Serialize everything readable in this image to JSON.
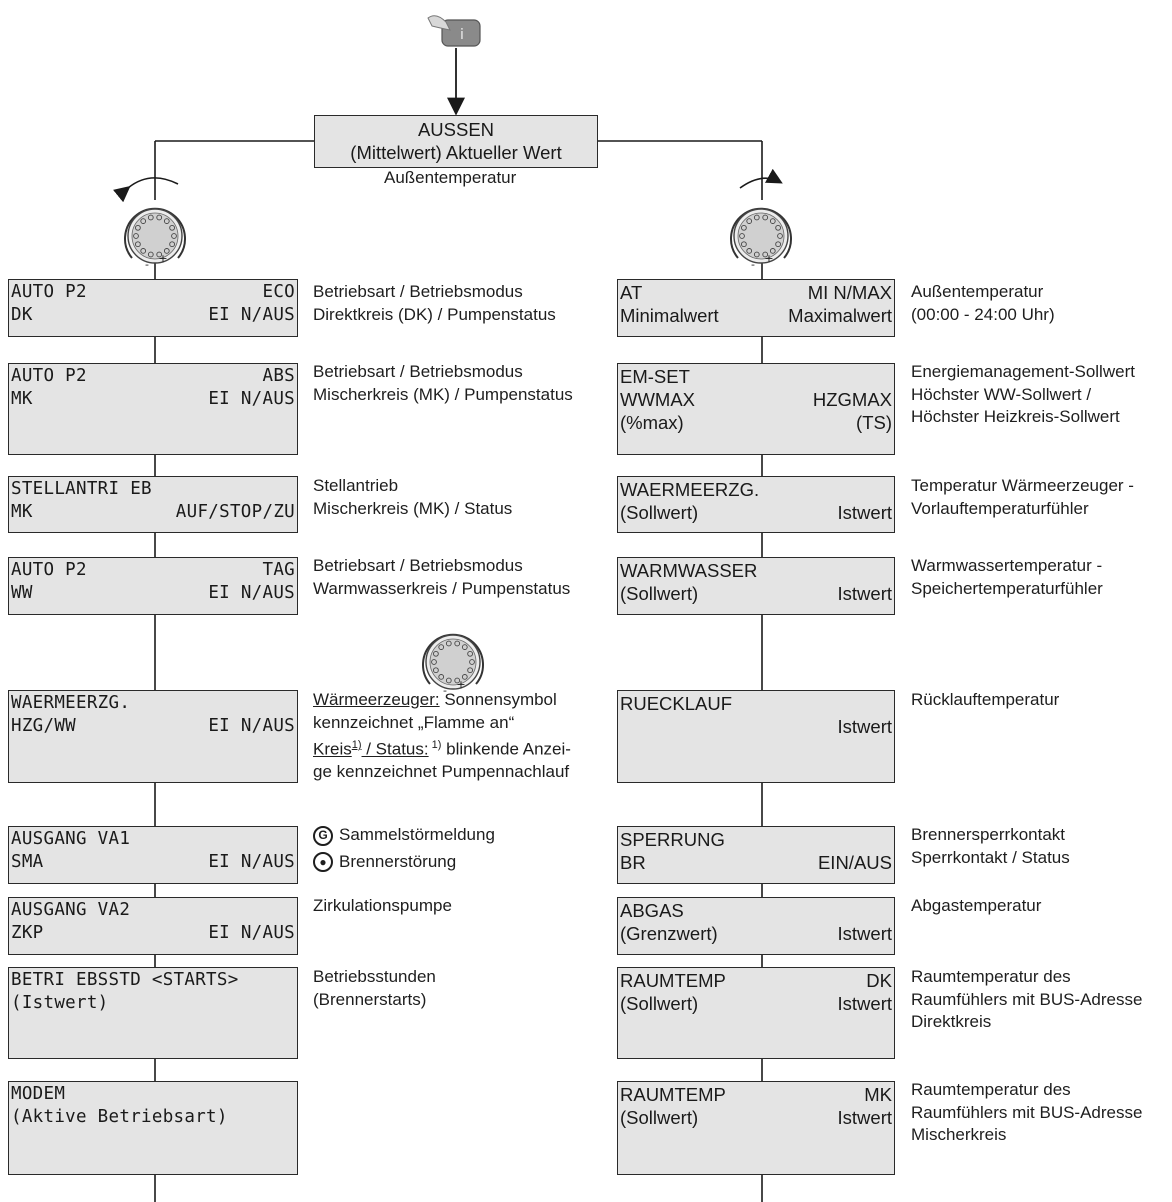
{
  "header": {
    "title": "AUSSEN",
    "line2": "(Mittelwert) Aktueller Wert",
    "caption": "Außentemperatur",
    "key_label": "i"
  },
  "knobs": {
    "minus": "-",
    "plus": "+"
  },
  "left_column": [
    {
      "r1_left": "AUTO P2",
      "r1_right": "ECO",
      "r2_left": "DK",
      "r2_right": "EI N/AUS",
      "desc": [
        "Betriebsart / Betriebsmodus",
        "Direktkreis (DK) / Pumpenstatus"
      ]
    },
    {
      "r1_left": "AUTO P2",
      "r1_right": "ABS",
      "r2_left": "MK",
      "r2_right": "EI N/AUS",
      "desc": [
        "Betriebsart / Betriebsmodus",
        "Mischerkreis (MK) / Pumpenstatus"
      ]
    },
    {
      "r1_left": "STELLANTRI EB",
      "r1_right": "",
      "r2_left": "MK",
      "r2_right": "AUF/STOP/ZU",
      "desc": [
        "Stellantrieb",
        "Mischerkreis (MK) / Status"
      ]
    },
    {
      "r1_left": "AUTO P2",
      "r1_right": "TAG",
      "r2_left": "WW",
      "r2_right": "EI N/AUS",
      "desc": [
        "Betriebsart / Betriebsmodus",
        "Warmwasserkreis / Pumpenstatus"
      ]
    },
    {
      "r1_left": "WAERMEERZG.",
      "r1_right": "",
      "r2_left": "HZG/WW",
      "r2_right": "EI N/AUS",
      "desc_rich": {
        "l1_u": "Wärmeerzeuger:",
        "l1_rest": " Sonnensymbol",
        "l2": "kennzeichnet „Flamme an“",
        "l3_u": "Kreis",
        "l3_sup": "1)",
        "l3_u2": " / Status:",
        "l3_sup2": " 1)",
        "l3_rest": " blinkende Anzei-",
        "l4": "ge kennzeichnet Pumpennachlauf"
      }
    },
    {
      "r1_left": "AUSGANG VA1",
      "r1_right": "",
      "r2_left": "SMA",
      "r2_right": "EI N/AUS",
      "legend": [
        {
          "symbol": "G",
          "icon": "g-circle-icon",
          "text": "Sammelstörmeldung"
        },
        {
          "symbol": "●",
          "icon": "flame-drop-icon",
          "text": "Brennerstörung"
        }
      ]
    },
    {
      "r1_left": "AUSGANG VA2",
      "r1_right": "",
      "r2_left": "ZKP",
      "r2_right": "EI N/AUS",
      "desc": [
        "Zirkulationspumpe"
      ]
    },
    {
      "r1_left": "BETRI EBSSTD <STARTS>",
      "r1_right": "",
      "r2_left": "(Istwert)",
      "r2_right": "",
      "desc": [
        "Betriebsstunden",
        "(Brennerstarts)"
      ]
    },
    {
      "r1_left": "MODEM",
      "r1_right": "",
      "r2_left": "(Aktive Betriebsart)",
      "r2_right": "",
      "desc": []
    }
  ],
  "right_column": [
    {
      "r1_left": "AT",
      "r1_right": "MI N/MAX",
      "r2_left": "Minimalwert",
      "r2_right": "Maximalwert",
      "desc": [
        "Außentemperatur",
        "(00:00 - 24:00 Uhr)"
      ]
    },
    {
      "r1_left": "EM-SET",
      "r1_right": "",
      "r2_left": "WWMAX",
      "r2_right": "HZGMAX",
      "r3_left": "(%max)",
      "r3_right": "(TS)",
      "desc": [
        "Energiemanagement-Sollwert",
        "Höchster WW-Sollwert /",
        "Höchster Heizkreis-Sollwert"
      ]
    },
    {
      "r1_left": "WAERMEERZG.",
      "r1_right": "",
      "r2_left": "(Sollwert)",
      "r2_right": "Istwert",
      "desc": [
        "Temperatur Wärmeerzeuger -",
        "Vorlauftemperaturfühler"
      ]
    },
    {
      "r1_left": "WARMWASSER",
      "r1_right": "",
      "r2_left": "(Sollwert)",
      "r2_right": "Istwert",
      "desc": [
        "Warmwassertemperatur -",
        "Speichertemperaturfühler"
      ]
    },
    {
      "r1_left": "RUECKLAUF",
      "r1_right": "",
      "r2_left": "",
      "r2_right": "Istwert",
      "desc": [
        "Rücklauftemperatur"
      ]
    },
    {
      "r1_left": "SPERRUNG",
      "r1_right": "",
      "r2_left": "BR",
      "r2_right": "EIN/AUS",
      "desc": [
        "Brennersperrkontakt",
        "Sperrkontakt / Status"
      ]
    },
    {
      "r1_left": "ABGAS",
      "r1_right": "",
      "r2_left": "(Grenzwert)",
      "r2_right": "Istwert",
      "desc": [
        "Abgastemperatur"
      ]
    },
    {
      "r1_left": "RAUMTEMP",
      "r1_right": "DK",
      "r2_left": "(Sollwert)",
      "r2_right": "Istwert",
      "desc": [
        "Raumtemperatur des",
        "Raumfühlers mit BUS-Adresse",
        "Direktkreis"
      ]
    },
    {
      "r1_left": "RAUMTEMP",
      "r1_right": "MK",
      "r2_left": "(Sollwert)",
      "r2_right": "Istwert",
      "desc": [
        "Raumtemperatur des",
        "Raumfühlers mit BUS-Adresse",
        "Mischerkreis"
      ]
    }
  ]
}
